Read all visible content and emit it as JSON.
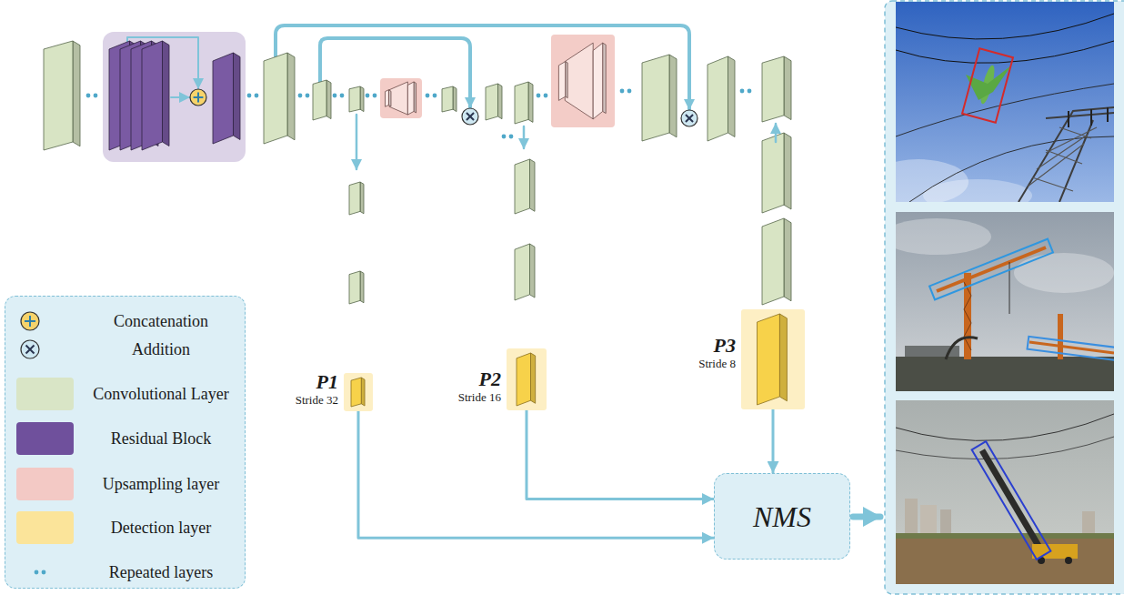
{
  "diagram": {
    "nodes": [
      {
        "text": [
          "P1",
          "Stride 32"
        ]
      },
      {
        "text": [
          "P2",
          "Stride 16"
        ]
      },
      {
        "text": [
          "P3",
          "Stride 8"
        ]
      },
      {
        "text": [
          "NMS"
        ]
      }
    ],
    "edges": [
      {
        "from": 0,
        "to": 3,
        "arrow": "to"
      },
      {
        "from": 1,
        "to": 3,
        "arrow": "to"
      },
      {
        "from": 2,
        "to": 3,
        "arrow": "to"
      }
    ],
    "legend": [
      {
        "text": "Concatenation"
      },
      {
        "text": "Addition"
      },
      {
        "text": "Convolutional Layer",
        "color": "#d9e5c6"
      },
      {
        "text": "Residual Block",
        "color": "#6f509c"
      },
      {
        "text": "Upsampling layer",
        "color": "#f3c9c5"
      },
      {
        "text": "Detection layer",
        "color": "#fbe49a"
      },
      {
        "text": "Repeated layers"
      }
    ]
  }
}
